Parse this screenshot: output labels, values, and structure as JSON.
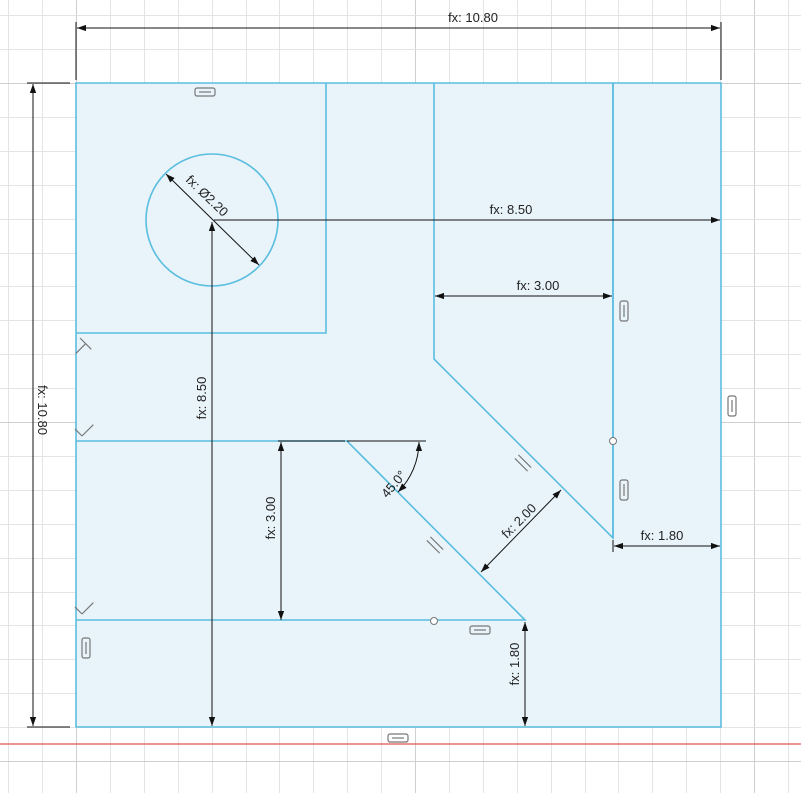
{
  "sketch": {
    "dimensions": {
      "overall_width": "fx: 10.80",
      "overall_height": "fx: 10.80",
      "hole_diameter": "fx: Ø2.20",
      "hole_offset_x": "fx: 8.50",
      "hole_offset_y": "fx: 8.50",
      "notch_width": "fx: 3.00",
      "slot_height": "fx: 3.00",
      "angle": "45.0°",
      "chamfer_width": "fx: 2.00",
      "right_offset": "fx: 1.80",
      "bottom_offset": "fx: 1.80"
    },
    "colors": {
      "profile": "#5bbde0",
      "profile_fill": "#e8f4fa",
      "dimension": "#111111",
      "axis": "#e05555"
    }
  }
}
